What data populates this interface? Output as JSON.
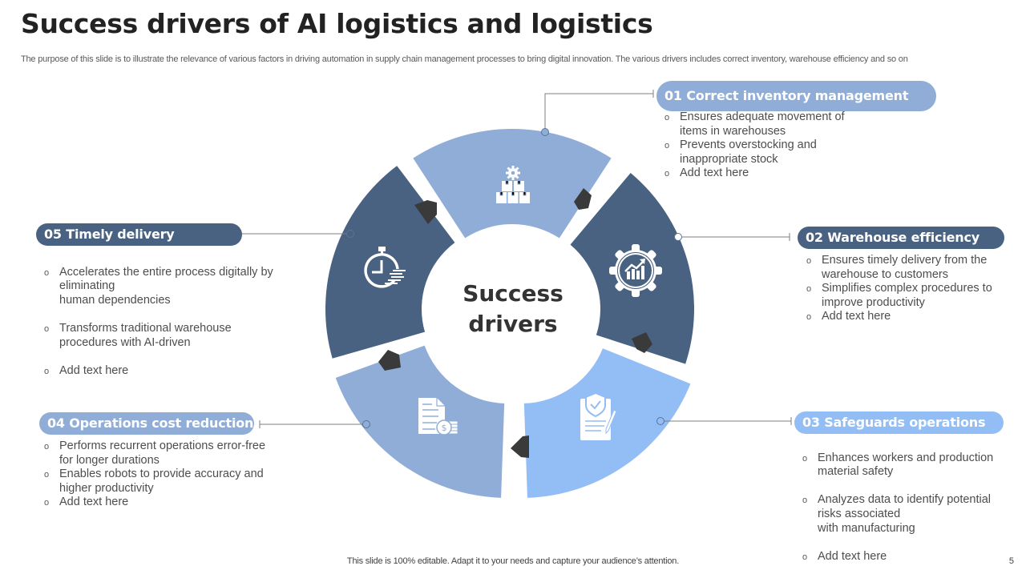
{
  "slide": {
    "title": "Success drivers of AI logistics and logistics",
    "subtitle": "The purpose of this slide is to illustrate the relevance of various factors in driving automation in supply chain management processes to bring digital innovation. The various drivers includes correct inventory, warehouse efficiency and so on",
    "footer": "This slide is 100% editable. Adapt it to your needs and capture your audience’s attention.",
    "page_number": "5"
  },
  "center": {
    "line1": "Success",
    "line2": "drivers"
  },
  "colors": {
    "dark_blue": "#4a6282",
    "mid_blue": "#8fadd6",
    "light_blue": "#93bdf5",
    "arrow": "#3a3a3a",
    "connector": "#7f7f7f"
  },
  "drivers": [
    {
      "label": "01 Correct inventory management",
      "icon": "inventory-boxes-gear-icon",
      "color": "#8fadd6",
      "bullets": [
        "Ensures adequate movement of items in warehouses",
        "Prevents overstocking and inappropriate stock",
        "Add text here"
      ]
    },
    {
      "label": "02 Warehouse efficiency",
      "icon": "gear-growth-chart-icon",
      "color": "#4a6282",
      "bullets": [
        "Ensures timely delivery from the warehouse to customers",
        "Simplifies complex procedures to improve productivity",
        "Add text here"
      ]
    },
    {
      "label": "03 Safeguards operations",
      "icon": "shield-clipboard-icon",
      "color": "#93bdf5",
      "bullets": [
        "Enhances workers and production material safety",
        "Analyzes data to identify potential risks associated\nwith manufacturing",
        "Add text here"
      ]
    },
    {
      "label": "04 Operations cost reduction",
      "icon": "invoice-coins-icon",
      "color": "#8fadd6",
      "bullets": [
        "Performs recurrent operations error-free for longer durations",
        "Enables robots to provide accuracy and higher productivity",
        "Add text here"
      ]
    },
    {
      "label": "05 Timely delivery",
      "icon": "fast-stopwatch-icon",
      "color": "#4a6282",
      "bullets": [
        "Accelerates the entire process digitally by eliminating\nhuman dependencies",
        "Transforms traditional warehouse procedures with AI-driven",
        "Add text here"
      ]
    }
  ]
}
